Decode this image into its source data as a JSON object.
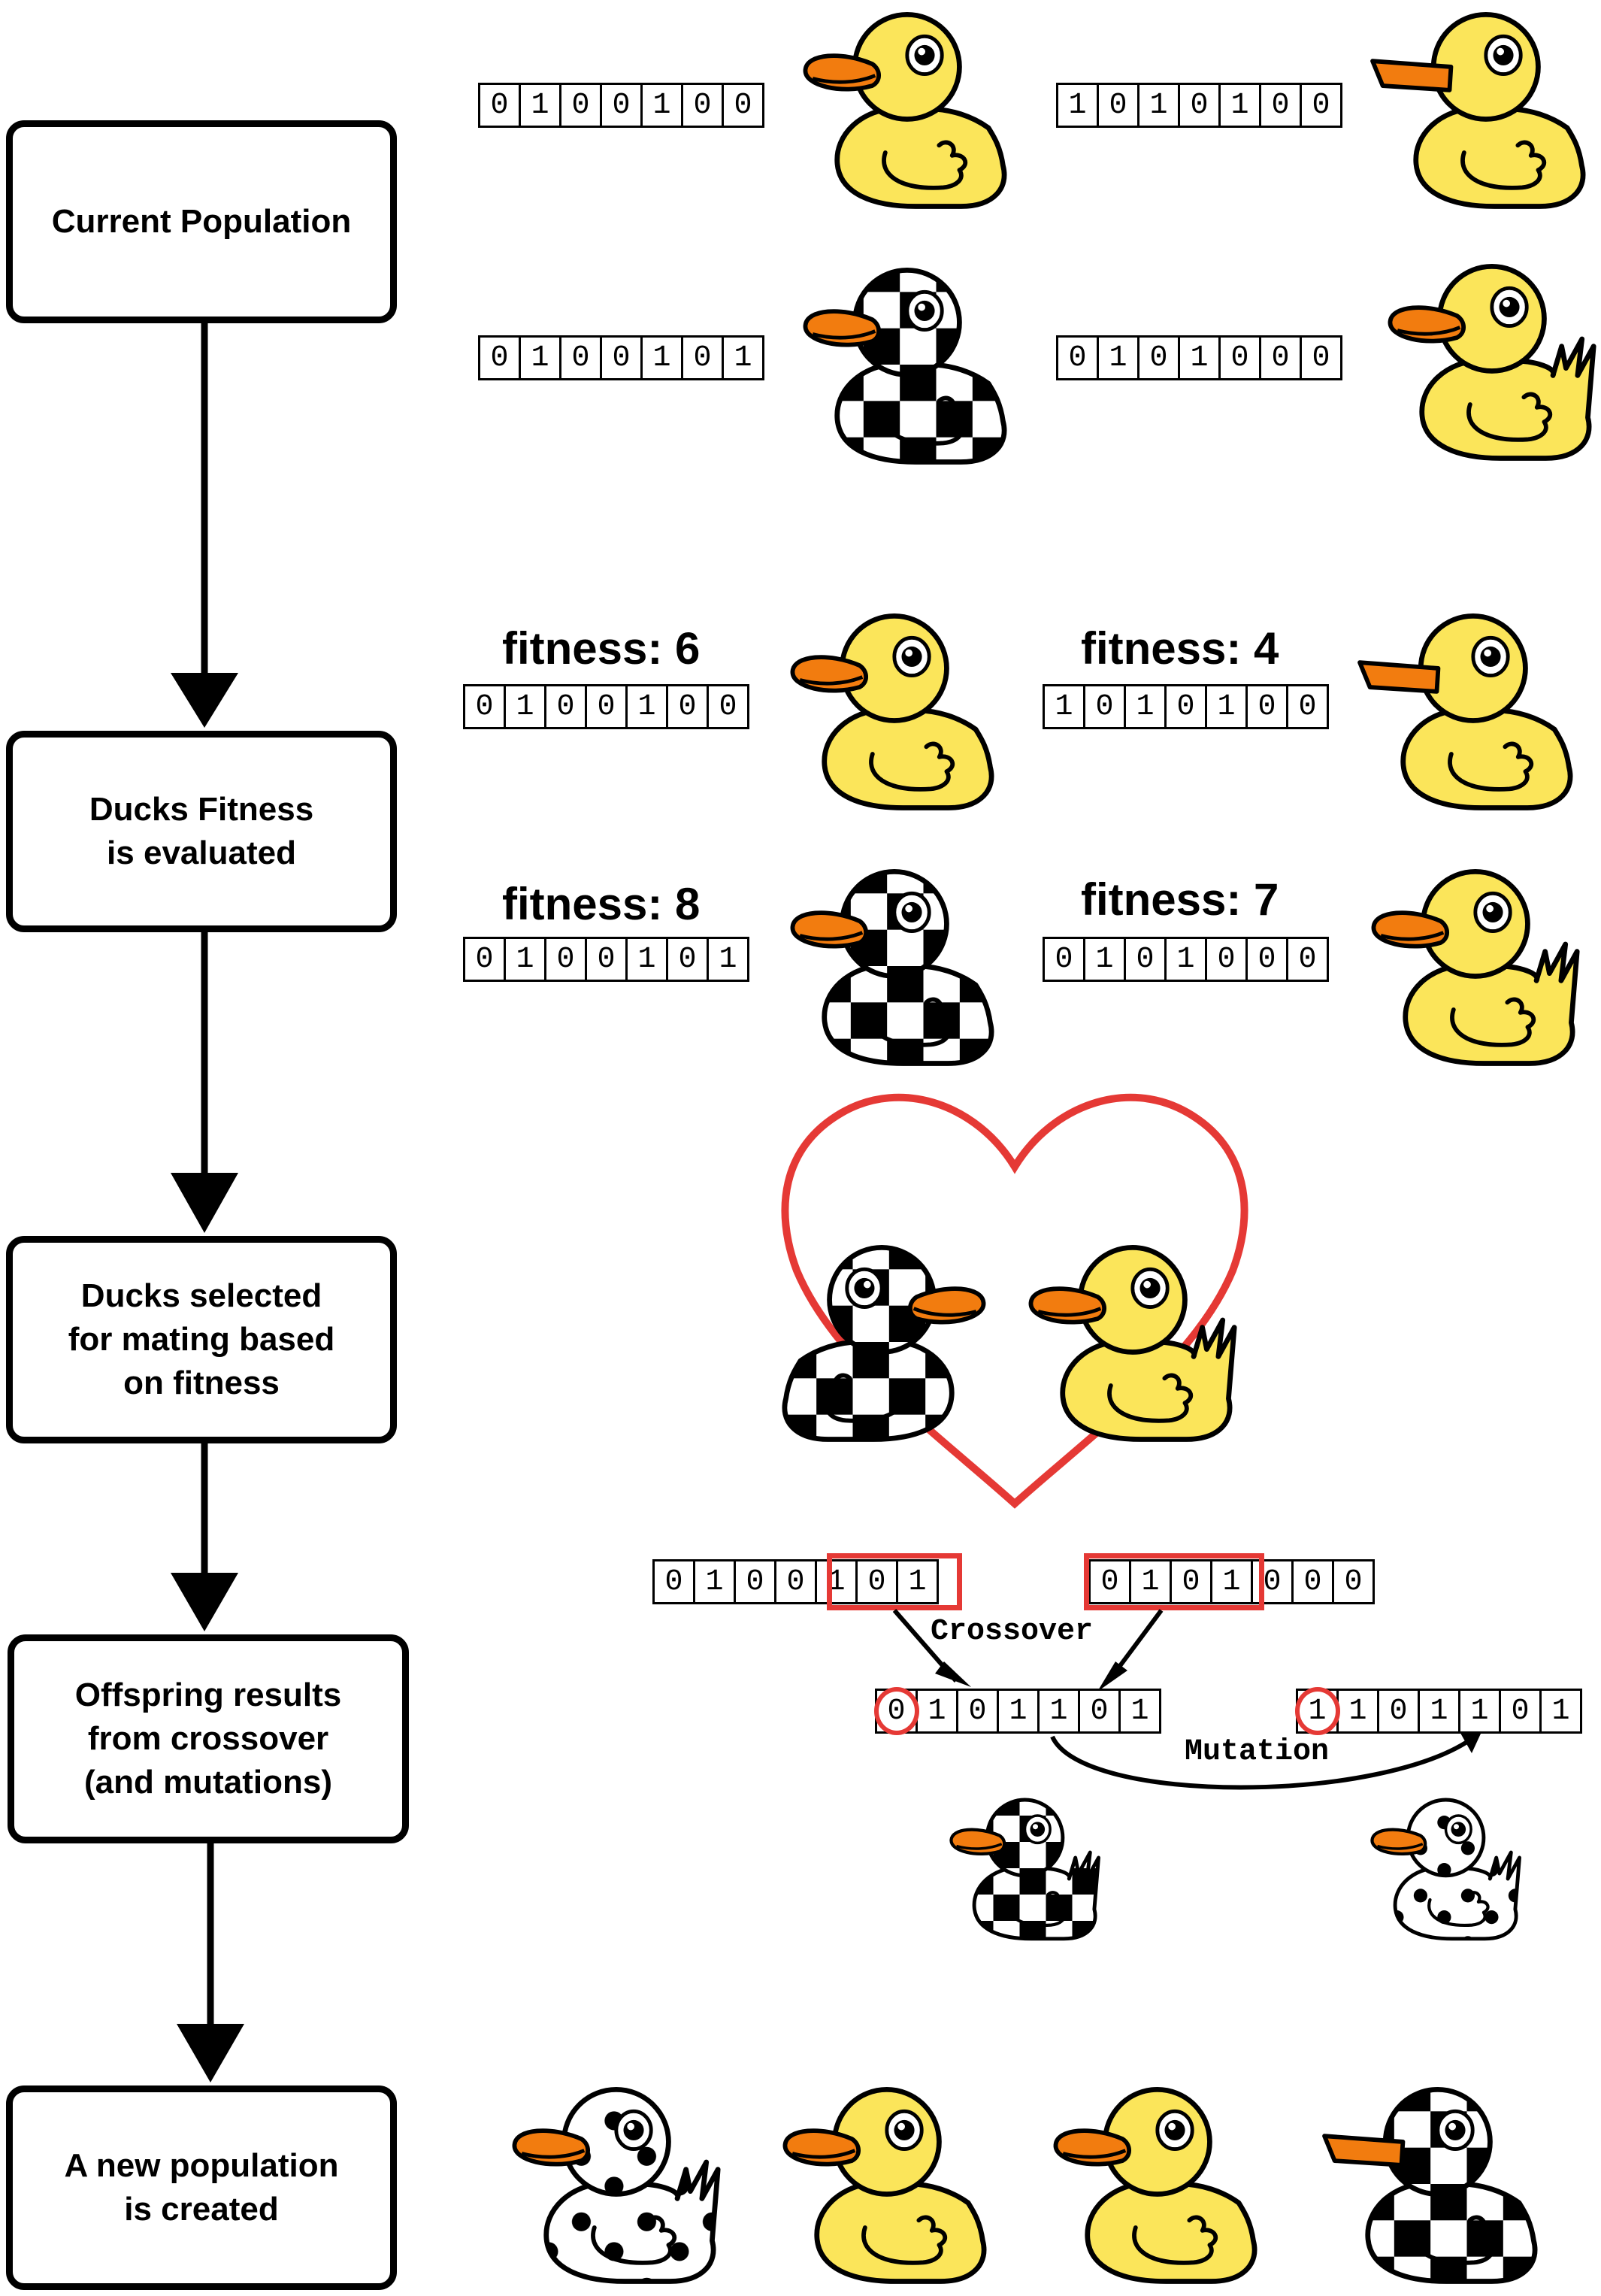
{
  "steps": [
    {
      "label": "Current Population"
    },
    {
      "label": "Ducks Fitness\nis evaluated"
    },
    {
      "label": "Ducks selected\nfor  mating based\non fitness"
    },
    {
      "label": "Offspring results\nfrom crossover\n(and mutations)"
    },
    {
      "label": "A new population\nis created"
    }
  ],
  "population": [
    {
      "bits": [
        "0",
        "1",
        "0",
        "0",
        "1",
        "0",
        "0"
      ],
      "pattern": "yellow"
    },
    {
      "bits": [
        "1",
        "0",
        "1",
        "0",
        "1",
        "0",
        "0"
      ],
      "pattern": "yellow"
    },
    {
      "bits": [
        "0",
        "1",
        "0",
        "0",
        "1",
        "0",
        "1"
      ],
      "pattern": "checker"
    },
    {
      "bits": [
        "0",
        "1",
        "0",
        "1",
        "0",
        "0",
        "0"
      ],
      "pattern": "yellow"
    }
  ],
  "fitness": [
    {
      "label": "fitness: 6",
      "value": 6,
      "bits": [
        "0",
        "1",
        "0",
        "0",
        "1",
        "0",
        "0"
      ]
    },
    {
      "label": "fitness: 4",
      "value": 4,
      "bits": [
        "1",
        "0",
        "1",
        "0",
        "1",
        "0",
        "0"
      ]
    },
    {
      "label": "fitness: 8",
      "value": 8,
      "bits": [
        "0",
        "1",
        "0",
        "0",
        "1",
        "0",
        "1"
      ]
    },
    {
      "label": "fitness: 7",
      "value": 7,
      "bits": [
        "0",
        "1",
        "0",
        "1",
        "0",
        "0",
        "0"
      ]
    }
  ],
  "crossover": {
    "label": "Crossover",
    "parent1": [
      "0",
      "1",
      "0",
      "0",
      "1",
      "0",
      "1"
    ],
    "parent2": [
      "0",
      "1",
      "0",
      "1",
      "0",
      "0",
      "0"
    ],
    "child": [
      "0",
      "1",
      "0",
      "1",
      "1",
      "0",
      "1"
    ]
  },
  "mutation": {
    "label": "Mutation",
    "result": [
      "1",
      "1",
      "0",
      "1",
      "1",
      "0",
      "1"
    ]
  },
  "new_population": [
    "spotted",
    "yellow",
    "yellow",
    "checker"
  ],
  "colors": {
    "duck_yellow": "#fbe55a",
    "beak_orange": "#f27c0f",
    "heart_red": "#e53935",
    "highlight_red": "#e53935",
    "outline": "#000000"
  }
}
